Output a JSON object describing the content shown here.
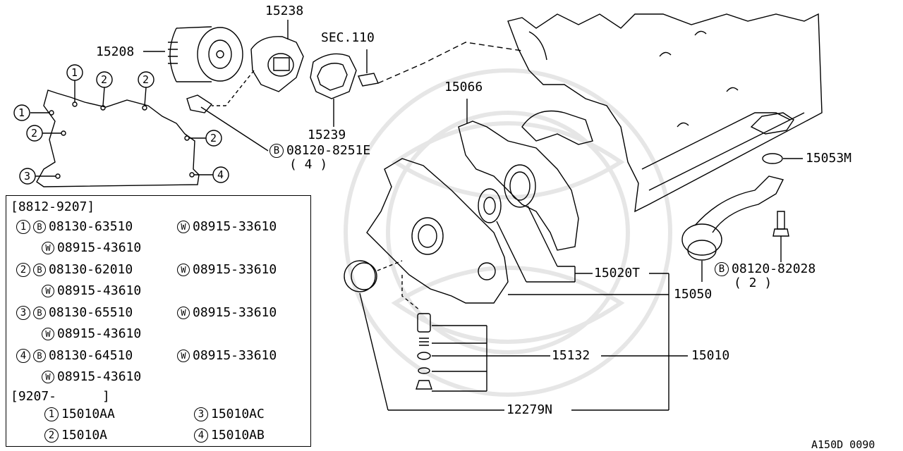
{
  "callouts": {
    "oil_filter": "15208",
    "filter_bracket": "15238",
    "section_ref": "SEC.110",
    "gasket_bracket": "15239",
    "bolt_filter": "08120-8251E",
    "bolt_filter_qty": "( 4 )",
    "front_cover_gasket": "15066",
    "strainer_oring": "15053M",
    "pump_gear_set": "15020T",
    "strainer": "15050",
    "strainer_bolt": "08120-82028",
    "strainer_bolt_qty": "( 2 )",
    "regulator_set": "15132",
    "pump_assembly": "15010",
    "oil_seal": "12279N",
    "diagram_code": "A150D 0090"
  },
  "legend": {
    "period1": "[8812-9207]",
    "rows": [
      {
        "num": "1",
        "b": "08130-63510",
        "w1": "08915-33610",
        "w2": "08915-43610"
      },
      {
        "num": "2",
        "b": "08130-62010",
        "w1": "08915-33610",
        "w2": "08915-43610"
      },
      {
        "num": "3",
        "b": "08130-65510",
        "w1": "08915-33610",
        "w2": "08915-43610"
      },
      {
        "num": "4",
        "b": "08130-64510",
        "w1": "08915-33610",
        "w2": "08915-43610"
      }
    ],
    "period2": "[9207-      ]",
    "parts": [
      {
        "num": "1",
        "part": "15010AA"
      },
      {
        "num": "3",
        "part": "15010AC"
      },
      {
        "num": "2",
        "part": "15010A"
      },
      {
        "num": "4",
        "part": "15010AB"
      }
    ]
  },
  "symbols": {
    "bolt": "B",
    "washer": "W"
  },
  "gasket_markers": [
    "1",
    "2",
    "2",
    "1",
    "2",
    "2",
    "3",
    "4"
  ]
}
